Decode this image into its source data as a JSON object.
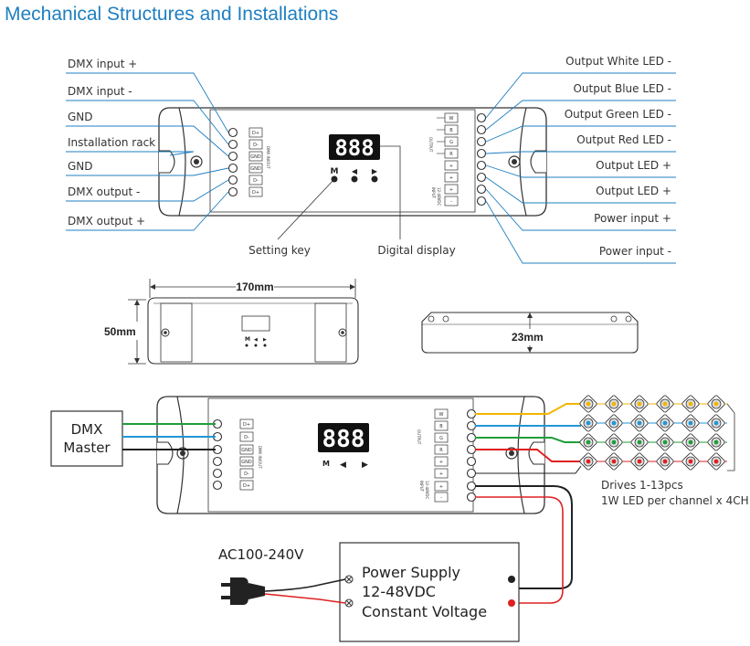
{
  "title": "Mechanical Structures and Installations",
  "left_labels": [
    "DMX input +",
    "DMX input -",
    "GND",
    "Installation rack",
    "GND",
    "DMX output -",
    "DMX output +"
  ],
  "right_labels": [
    "Output White LED -",
    "Output Blue LED -",
    "Output Green LED -",
    "Output Red LED -",
    "Output LED +",
    "Output LED +",
    "Power input +",
    "Power input -"
  ],
  "bottom_labels": {
    "setting_key": "Setting key",
    "digital_display": "Digital display"
  },
  "display_text": "888",
  "keys": {
    "m": "M",
    "left": "◀",
    "right": "▶"
  },
  "left_terminals": [
    "D+",
    "D-",
    "GND",
    "GND",
    "D-",
    "D+"
  ],
  "left_terminal_caption": "DMX IN/OUT",
  "right_terminals": [
    "W",
    "B",
    "G",
    "R",
    "+",
    "+",
    "+",
    "-"
  ],
  "output_caption": "OUTPUT",
  "input_caption": "INPUT",
  "input_voltage": "12-48VDC",
  "dimensions": {
    "length": "170mm",
    "width": "50mm",
    "height": "23mm"
  },
  "wiring": {
    "dmx_master": [
      "DMX",
      "Master"
    ],
    "ac_label": "AC100-240V",
    "power_supply": [
      "Power Supply",
      "12-48VDC",
      "Constant Voltage"
    ],
    "drives": [
      "Drives 1-13pcs",
      "1W LED per channel x 4CH"
    ]
  },
  "colors": {
    "title": "#1f7fc0",
    "callout": "#1f7fc0",
    "white_wire": "#f2b600",
    "blue_wire": "#2196d6",
    "green_wire": "#1f9e3a",
    "red_wire": "#e02020"
  }
}
